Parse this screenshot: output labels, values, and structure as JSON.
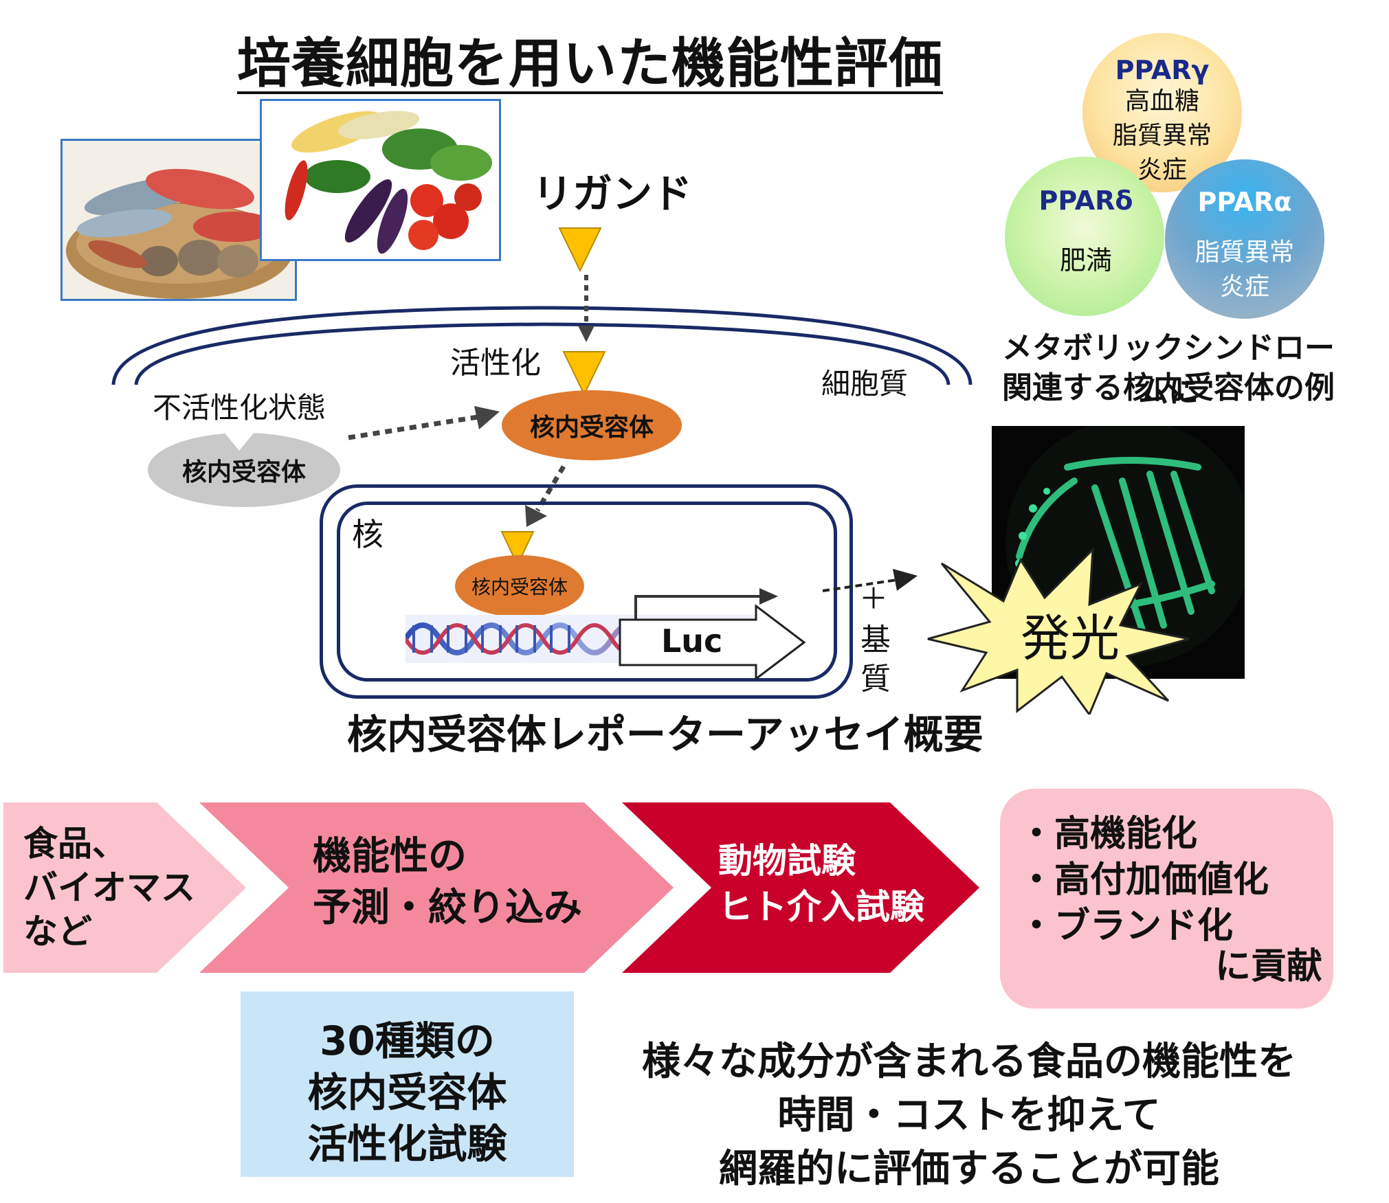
{
  "title": "培養細胞を用いた機能性評価",
  "ligand": "リガンド",
  "activation": "活性化",
  "inactive_state": "不活性化状態",
  "cytoplasm": "細胞質",
  "nucleus": "核",
  "receptor": "核内受容体",
  "luc": "Luc",
  "plus": "＋",
  "substrate_1": "基",
  "substrate_2": "質",
  "luminescence": "発光",
  "assay_caption": "核内受容体レポーターアッセイ概要",
  "ppar": {
    "gamma": {
      "name": "PPARγ",
      "l1": "高血糖",
      "l2": "脂質異常",
      "l3": "炎症"
    },
    "delta": {
      "name": "PPARδ",
      "l1": "肥満"
    },
    "alpha": {
      "name": "PPARα",
      "l1": "脂質異常",
      "l2": "炎症"
    },
    "caption_1": "メタボリックシンドロームに",
    "caption_2": "関連する核内受容体の例"
  },
  "flow": {
    "step1": {
      "l1": "食品、",
      "l2": "バイオマス",
      "l3": "など"
    },
    "step2": {
      "l1": "機能性の",
      "l2": "予測・絞り込み"
    },
    "step3": {
      "l1": "動物試験",
      "l2": "ヒト介入試験"
    },
    "result": {
      "l1": "・高機能化",
      "l2": "・高付加価値化",
      "l3": "・ブランド化",
      "l4": "に貢献"
    }
  },
  "test_box": {
    "l1": "30種類の",
    "l2": "核内受容体",
    "l3": "活性化試験"
  },
  "summary": {
    "l1": "様々な成分が含まれる食品の機能性を",
    "l2": "時間・コストを抑えて",
    "l3": "網羅的に評価することが可能"
  },
  "colors": {
    "orange": "#e07a30",
    "gray": "#c9c9c9",
    "navy": "#1a2a66",
    "triangle": "#ffc000",
    "chev1": "#fbc3cd",
    "chev2": "#f4899e",
    "chev3": "#c8002a",
    "result_box": "#fbc3cd",
    "test_box": "#c9e6f8",
    "star": "#fff7a8"
  }
}
